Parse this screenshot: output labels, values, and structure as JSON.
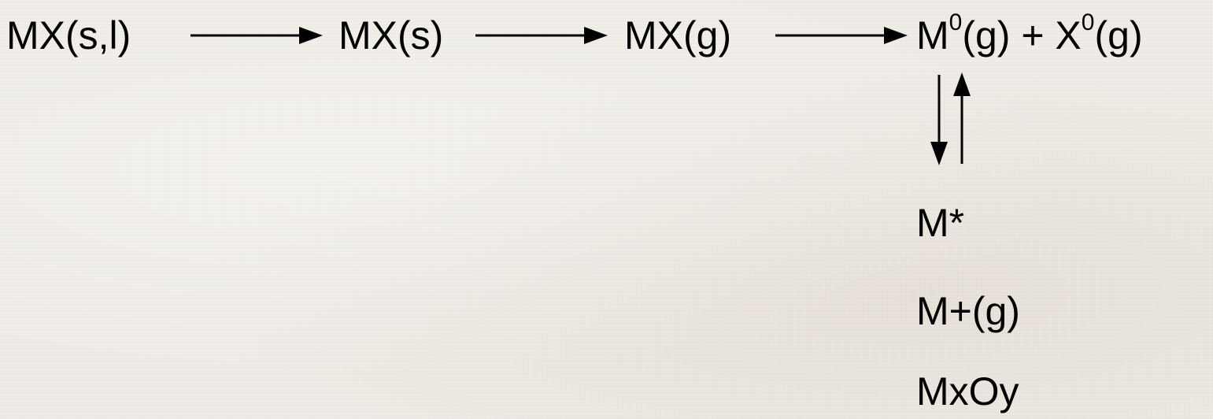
{
  "diagram": {
    "main_chain": [
      {
        "id": "mx_sl",
        "label": "MX(s,l)"
      },
      {
        "id": "mx_s",
        "label": "MX(s)"
      },
      {
        "id": "mx_g",
        "label": "MX(g)"
      }
    ],
    "products": {
      "m0_base": "M",
      "m0_sup": "0",
      "m0_tail": "(g) + X",
      "x0_sup": "0",
      "x0_tail": "(g)"
    },
    "downstream": [
      {
        "id": "m_star",
        "label": "M*"
      },
      {
        "id": "m_plus",
        "label": "M+(g)"
      },
      {
        "id": "mxoy",
        "label": "MxOy"
      }
    ],
    "connections": [
      {
        "from": "mx_sl",
        "to": "mx_s",
        "kind": "forward-arrow"
      },
      {
        "from": "mx_s",
        "to": "mx_g",
        "kind": "forward-arrow"
      },
      {
        "from": "mx_g",
        "to": "products",
        "kind": "forward-arrow"
      },
      {
        "from": "products",
        "to": "m_star",
        "kind": "equilibrium-arrows"
      }
    ],
    "colors": {
      "text": "#000000",
      "arrow": "#000000",
      "background": "#eeebe4"
    }
  }
}
